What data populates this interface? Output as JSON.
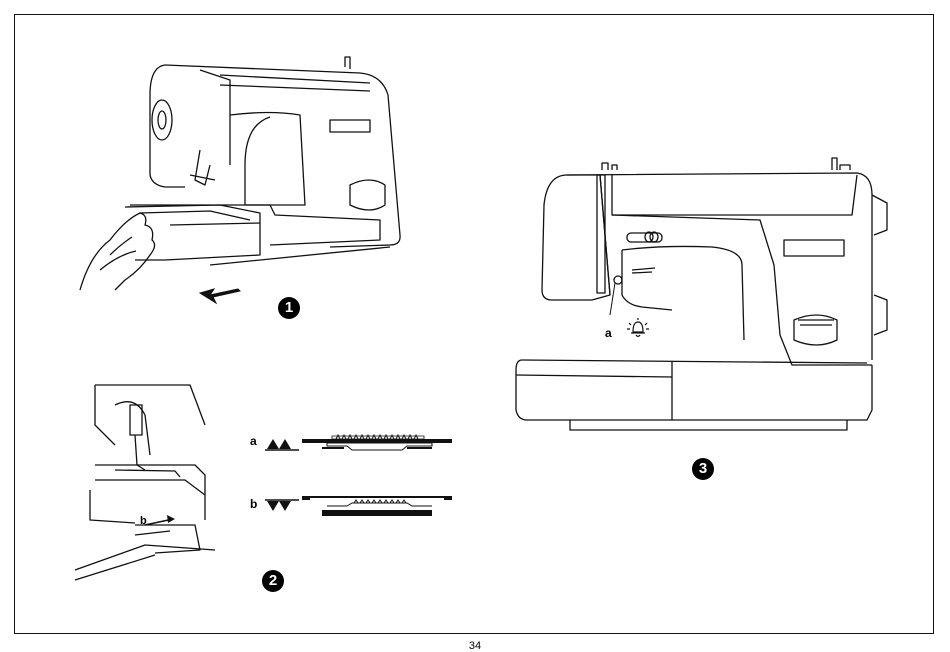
{
  "figures": [
    {
      "id": "fig1",
      "label": "1"
    },
    {
      "id": "fig2",
      "label": "2",
      "positions": [
        {
          "letter": "a",
          "symbol": "feed-dog-up-symbol"
        },
        {
          "letter": "b",
          "symbol": "feed-dog-down-symbol"
        }
      ],
      "lever_letter": "b"
    },
    {
      "id": "fig3",
      "label": "3",
      "callout_letter": "a",
      "icon": "bell-icon"
    }
  ],
  "page": {
    "number": "34"
  }
}
